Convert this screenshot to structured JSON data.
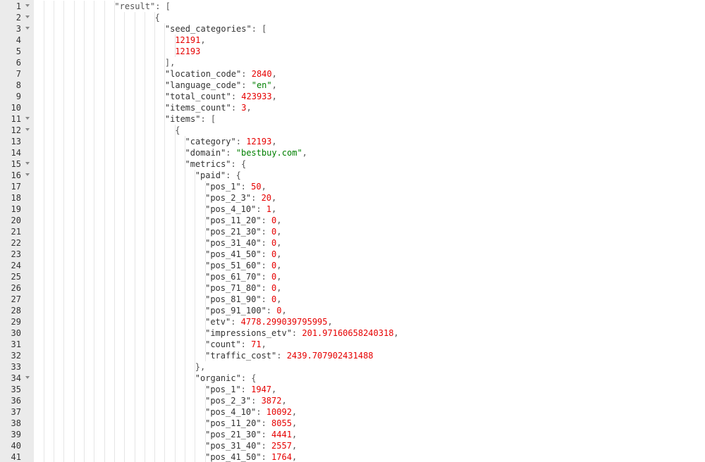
{
  "editor": {
    "colors": {
      "gutter_bg": "#ebebeb",
      "number": "#e60000",
      "string": "#008000",
      "key": "#333333",
      "guide": "#e6e6e6"
    },
    "lines": [
      {
        "n": "1",
        "fold": true,
        "indent": 16,
        "text": "\"result\": ["
      },
      {
        "n": "2",
        "fold": true,
        "indent": 24,
        "text": "{"
      },
      {
        "n": "3",
        "fold": true,
        "indent": 26,
        "key": "\"seed_categories\"",
        "tail": ": ["
      },
      {
        "n": "4",
        "fold": false,
        "indent": 28,
        "val": "12191",
        "vtype": "num",
        "tail": ","
      },
      {
        "n": "5",
        "fold": false,
        "indent": 28,
        "val": "12193",
        "vtype": "num",
        "tail": ""
      },
      {
        "n": "6",
        "fold": false,
        "indent": 26,
        "text": "],"
      },
      {
        "n": "7",
        "fold": false,
        "indent": 26,
        "key": "\"location_code\"",
        "sep": ": ",
        "val": "2840",
        "vtype": "num",
        "tail": ","
      },
      {
        "n": "8",
        "fold": false,
        "indent": 26,
        "key": "\"language_code\"",
        "sep": ": ",
        "val": "\"en\"",
        "vtype": "str",
        "tail": ","
      },
      {
        "n": "9",
        "fold": false,
        "indent": 26,
        "key": "\"total_count\"",
        "sep": ": ",
        "val": "423933",
        "vtype": "num",
        "tail": ","
      },
      {
        "n": "10",
        "fold": false,
        "indent": 26,
        "key": "\"items_count\"",
        "sep": ": ",
        "val": "3",
        "vtype": "num",
        "tail": ","
      },
      {
        "n": "11",
        "fold": true,
        "indent": 26,
        "key": "\"items\"",
        "tail": ": ["
      },
      {
        "n": "12",
        "fold": true,
        "indent": 28,
        "text": "{"
      },
      {
        "n": "13",
        "fold": false,
        "indent": 30,
        "key": "\"category\"",
        "sep": ": ",
        "val": "12193",
        "vtype": "num",
        "tail": ","
      },
      {
        "n": "14",
        "fold": false,
        "indent": 30,
        "key": "\"domain\"",
        "sep": ": ",
        "val": "\"bestbuy.com\"",
        "vtype": "str",
        "tail": ","
      },
      {
        "n": "15",
        "fold": true,
        "indent": 30,
        "key": "\"metrics\"",
        "tail": ": {"
      },
      {
        "n": "16",
        "fold": true,
        "indent": 32,
        "key": "\"paid\"",
        "tail": ": {"
      },
      {
        "n": "17",
        "fold": false,
        "indent": 34,
        "key": "\"pos_1\"",
        "sep": ": ",
        "val": "50",
        "vtype": "num",
        "tail": ","
      },
      {
        "n": "18",
        "fold": false,
        "indent": 34,
        "key": "\"pos_2_3\"",
        "sep": ": ",
        "val": "20",
        "vtype": "num",
        "tail": ","
      },
      {
        "n": "19",
        "fold": false,
        "indent": 34,
        "key": "\"pos_4_10\"",
        "sep": ": ",
        "val": "1",
        "vtype": "num",
        "tail": ","
      },
      {
        "n": "20",
        "fold": false,
        "indent": 34,
        "key": "\"pos_11_20\"",
        "sep": ": ",
        "val": "0",
        "vtype": "num",
        "tail": ","
      },
      {
        "n": "21",
        "fold": false,
        "indent": 34,
        "key": "\"pos_21_30\"",
        "sep": ": ",
        "val": "0",
        "vtype": "num",
        "tail": ","
      },
      {
        "n": "22",
        "fold": false,
        "indent": 34,
        "key": "\"pos_31_40\"",
        "sep": ": ",
        "val": "0",
        "vtype": "num",
        "tail": ","
      },
      {
        "n": "23",
        "fold": false,
        "indent": 34,
        "key": "\"pos_41_50\"",
        "sep": ": ",
        "val": "0",
        "vtype": "num",
        "tail": ","
      },
      {
        "n": "24",
        "fold": false,
        "indent": 34,
        "key": "\"pos_51_60\"",
        "sep": ": ",
        "val": "0",
        "vtype": "num",
        "tail": ","
      },
      {
        "n": "25",
        "fold": false,
        "indent": 34,
        "key": "\"pos_61_70\"",
        "sep": ": ",
        "val": "0",
        "vtype": "num",
        "tail": ","
      },
      {
        "n": "26",
        "fold": false,
        "indent": 34,
        "key": "\"pos_71_80\"",
        "sep": ": ",
        "val": "0",
        "vtype": "num",
        "tail": ","
      },
      {
        "n": "27",
        "fold": false,
        "indent": 34,
        "key": "\"pos_81_90\"",
        "sep": ": ",
        "val": "0",
        "vtype": "num",
        "tail": ","
      },
      {
        "n": "28",
        "fold": false,
        "indent": 34,
        "key": "\"pos_91_100\"",
        "sep": ": ",
        "val": "0",
        "vtype": "num",
        "tail": ","
      },
      {
        "n": "29",
        "fold": false,
        "indent": 34,
        "key": "\"etv\"",
        "sep": ": ",
        "val": "4778.299039795995",
        "vtype": "num",
        "tail": ","
      },
      {
        "n": "30",
        "fold": false,
        "indent": 34,
        "key": "\"impressions_etv\"",
        "sep": ": ",
        "val": "201.97160658240318",
        "vtype": "num",
        "tail": ","
      },
      {
        "n": "31",
        "fold": false,
        "indent": 34,
        "key": "\"count\"",
        "sep": ": ",
        "val": "71",
        "vtype": "num",
        "tail": ","
      },
      {
        "n": "32",
        "fold": false,
        "indent": 34,
        "key": "\"traffic_cost\"",
        "sep": ": ",
        "val": "2439.707902431488",
        "vtype": "num",
        "tail": ""
      },
      {
        "n": "33",
        "fold": false,
        "indent": 32,
        "text": "},"
      },
      {
        "n": "34",
        "fold": true,
        "indent": 32,
        "key": "\"organic\"",
        "tail": ": {"
      },
      {
        "n": "35",
        "fold": false,
        "indent": 34,
        "key": "\"pos_1\"",
        "sep": ": ",
        "val": "1947",
        "vtype": "num",
        "tail": ","
      },
      {
        "n": "36",
        "fold": false,
        "indent": 34,
        "key": "\"pos_2_3\"",
        "sep": ": ",
        "val": "3872",
        "vtype": "num",
        "tail": ","
      },
      {
        "n": "37",
        "fold": false,
        "indent": 34,
        "key": "\"pos_4_10\"",
        "sep": ": ",
        "val": "10092",
        "vtype": "num",
        "tail": ","
      },
      {
        "n": "38",
        "fold": false,
        "indent": 34,
        "key": "\"pos_11_20\"",
        "sep": ": ",
        "val": "8055",
        "vtype": "num",
        "tail": ","
      },
      {
        "n": "39",
        "fold": false,
        "indent": 34,
        "key": "\"pos_21_30\"",
        "sep": ": ",
        "val": "4441",
        "vtype": "num",
        "tail": ","
      },
      {
        "n": "40",
        "fold": false,
        "indent": 34,
        "key": "\"pos_31_40\"",
        "sep": ": ",
        "val": "2557",
        "vtype": "num",
        "tail": ","
      },
      {
        "n": "41",
        "fold": false,
        "indent": 34,
        "key": "\"pos_41_50\"",
        "sep": ": ",
        "val": "1764",
        "vtype": "num",
        "tail": ","
      }
    ]
  }
}
